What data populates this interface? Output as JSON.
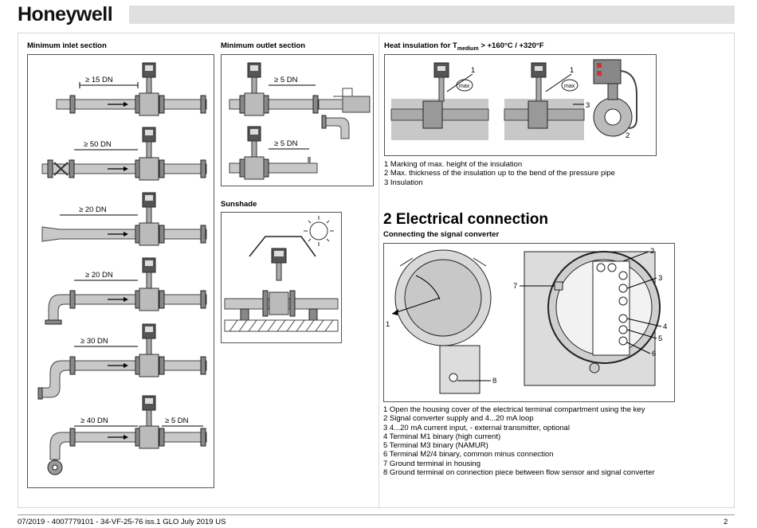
{
  "header": {
    "logo": "Honeywell"
  },
  "inlet": {
    "title": "Minimum inlet section",
    "distances": [
      "≥ 15 DN",
      "≥ 50 DN",
      "≥ 20 DN",
      "≥ 20 DN",
      "≥ 30 DN",
      "≥ 40 DN"
    ],
    "outlet_extra": "≥ 5 DN"
  },
  "outlet": {
    "title": "Minimum outlet section",
    "distances": [
      "≥ 5 DN",
      "≥ 5 DN"
    ]
  },
  "sunshade": {
    "title": "Sunshade"
  },
  "insulation": {
    "title_prefix": "Heat insulation for T",
    "title_sub": "medium",
    "title_suffix": " > +160°C / +320°F",
    "callouts": [
      "1",
      "1",
      "3",
      "2",
      "max",
      "max"
    ],
    "captions": [
      "1 Marking of max. height of the insulation",
      "2 Max. thickness of the insulation up to the bend of the pressure pipe",
      "3 Insulation"
    ]
  },
  "electrical": {
    "heading": "2 Electrical connection",
    "subheading": "Connecting the signal converter",
    "callouts": [
      "1",
      "2",
      "3",
      "4",
      "5",
      "6",
      "7",
      "8"
    ],
    "captions": [
      "1 Open the housing cover of the electrical terminal compartment using the key",
      "2 Signal converter supply and 4...20 mA loop",
      "3 4...20 mA current input, - external transmitter, optional",
      "4 Terminal M1 binary (high current)",
      "5 Terminal M3 binary (NAMUR)",
      "6 Terminal M2/4 binary, common minus connection",
      "7 Ground terminal in housing",
      "8 Ground terminal on connection piece between flow sensor and signal converter"
    ]
  },
  "footer": {
    "left": "07/2019 - 4007779101 - 34-VF-25-76 iss.1  GLO  July 2019  US",
    "page": "2"
  }
}
